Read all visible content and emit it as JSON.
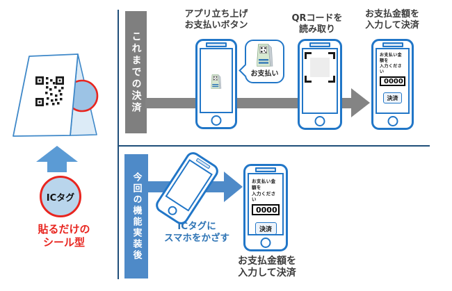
{
  "colors": {
    "phone_blue": "#2176c7",
    "section_bar_gray": "#7f7f7f",
    "section_bar_blue": "#4e8ac8",
    "frame_line_navy": "#1f4e79",
    "accent_red": "#e8251f",
    "note_text_blue": "#2e74b5",
    "up_arrow_blue": "#5b9bd5"
  },
  "sticker": {
    "ic_tag_label": "ICタグ",
    "caption": [
      "貼るだけの",
      "シール型"
    ]
  },
  "flow_before": {
    "bar_label": "これまでの決済",
    "steps": [
      {
        "title": [
          "アプリ立ち上げ",
          "お支払いボタン"
        ],
        "bubble_label": "お支払い"
      },
      {
        "title": [
          "QRコードを",
          "読み取り"
        ]
      },
      {
        "title": [
          "お支払金額を",
          "入力して決済"
        ]
      }
    ]
  },
  "flow_after": {
    "bar_label": "今回の機能実装後",
    "action_note": [
      "ICタグに",
      "スマホをかざす"
    ],
    "result_caption": [
      "お支払金額を",
      "入力して決済"
    ]
  },
  "payment_screen": {
    "prompt": [
      "お支払い金額を",
      "入力ください"
    ],
    "amount_value": "0000",
    "pay_button_label": "決済"
  }
}
